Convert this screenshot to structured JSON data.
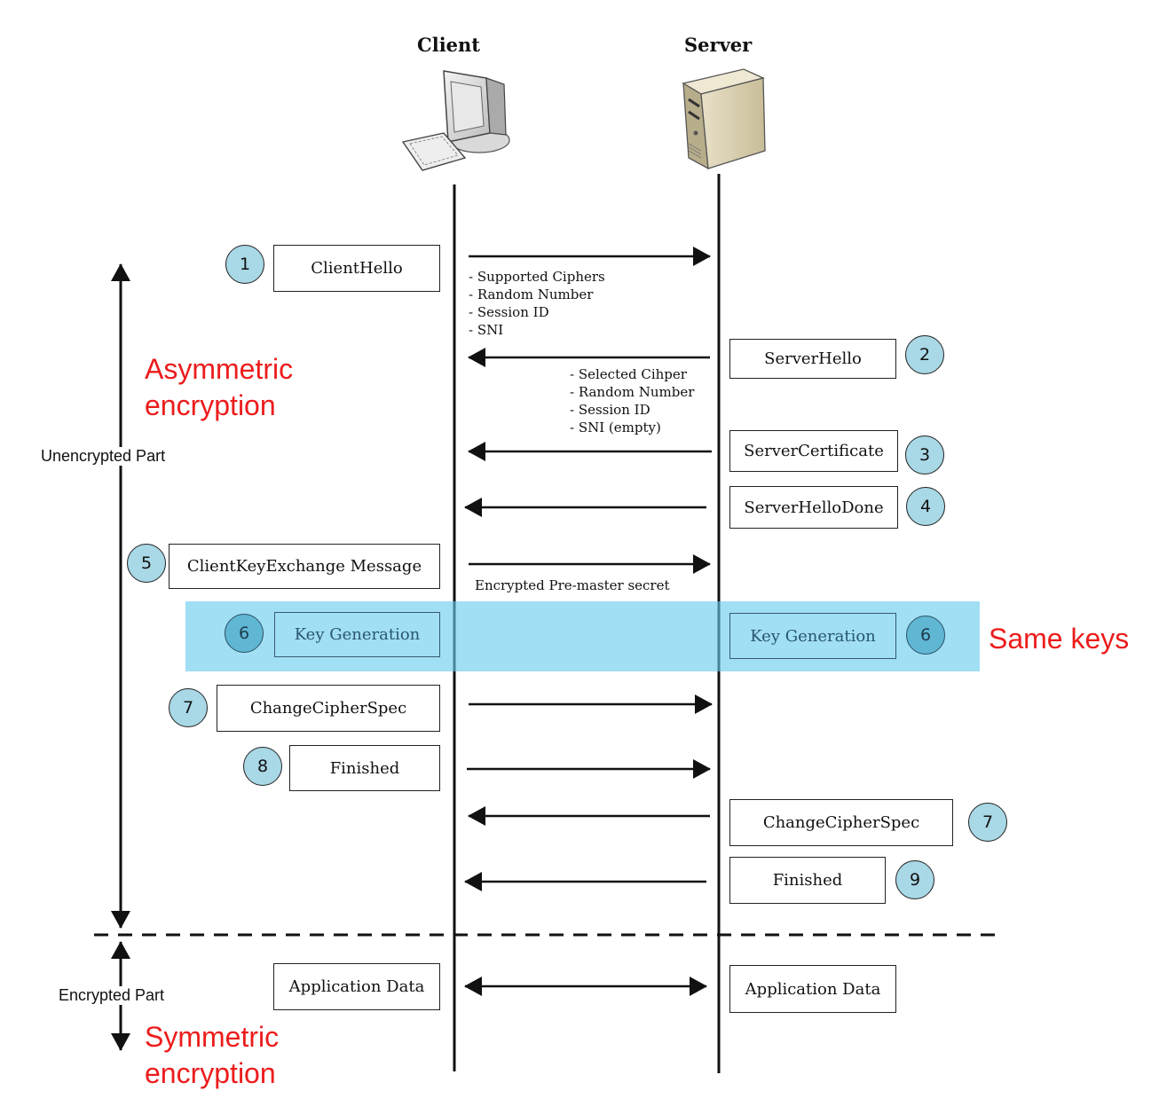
{
  "actors": {
    "client": {
      "label": "Client",
      "icon": "desktop-computer-icon"
    },
    "server": {
      "label": "Server",
      "icon": "server-tower-icon"
    }
  },
  "steps": [
    {
      "num": "1",
      "label": "ClientHello",
      "side": "client",
      "direction": "to-server",
      "details": [
        "- Supported Ciphers",
        "- Random Number",
        "- Session ID",
        "- SNI"
      ]
    },
    {
      "num": "2",
      "label": "ServerHello",
      "side": "server",
      "direction": "to-client",
      "details": [
        "- Selected Cihper",
        "- Random Number",
        "- Session ID",
        "- SNI (empty)"
      ]
    },
    {
      "num": "3",
      "label": "ServerCertificate",
      "side": "server",
      "direction": "to-client"
    },
    {
      "num": "4",
      "label": "ServerHelloDone",
      "side": "server",
      "direction": "to-client"
    },
    {
      "num": "5",
      "label": "ClientKeyExchange Message",
      "side": "client",
      "direction": "to-server",
      "details": [
        "Encrypted Pre-master secret"
      ]
    },
    {
      "num": "6",
      "label": "Key Generation",
      "side": "both"
    },
    {
      "num": "7",
      "label": "ChangeCipherSpec",
      "side": "client",
      "direction": "to-server"
    },
    {
      "num": "8",
      "label": "Finished",
      "side": "client",
      "direction": "to-server"
    },
    {
      "num": "7",
      "label": "ChangeCipherSpec",
      "side": "server",
      "direction": "to-client"
    },
    {
      "num": "9",
      "label": "Finished",
      "side": "server",
      "direction": "to-client"
    }
  ],
  "application_data": {
    "client_label": "Application Data",
    "server_label": "Application Data",
    "direction": "bidirectional"
  },
  "annotations": {
    "asymmetric": [
      "Asymmetric",
      "encryption"
    ],
    "symmetric": [
      "Symmetric",
      "encryption"
    ],
    "same_keys": "Same keys",
    "unencrypted_part": "Unencrypted Part",
    "encrypted_part": "Encrypted Part"
  },
  "colors": {
    "annotation_red": "#ec1c1c",
    "step_circle": "#a9d8e6",
    "key_band": "#66ccee"
  }
}
